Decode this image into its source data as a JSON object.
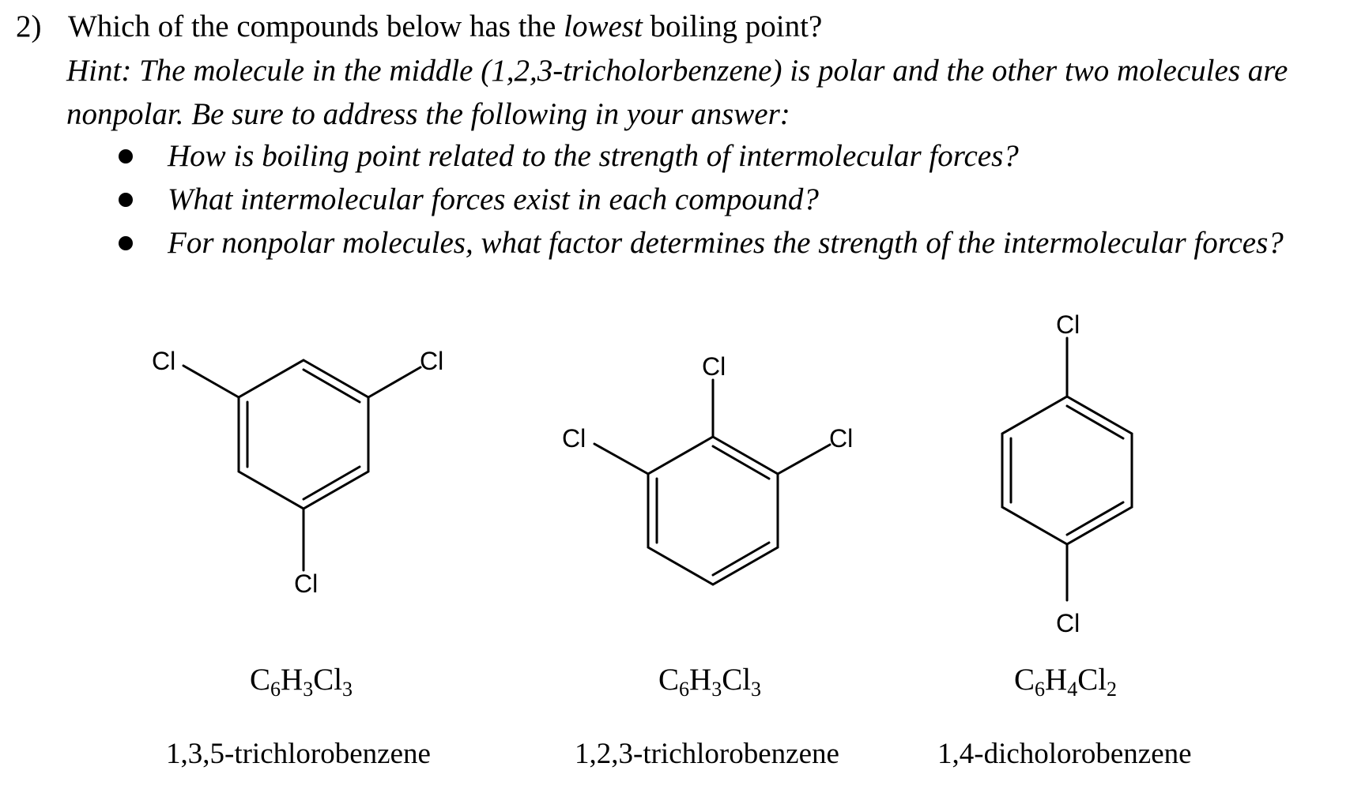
{
  "question": {
    "number": "2)",
    "text_before": "Which of the compounds below has the ",
    "emphasis": "lowest",
    "text_after": " boiling point?",
    "hint": "Hint: The molecule in the middle (1,2,3-tricholorbenzene) is polar and the other two molecules are nonpolar. Be sure to address the following in your answer:",
    "bullets": [
      "How is boiling point related to the strength of intermolecular forces?",
      "What intermolecular forces exist in each compound?",
      "For nonpolar molecules, what factor determines the strength of the intermolecular forces?"
    ]
  },
  "atom_label": "Cl",
  "compounds": [
    {
      "formula": {
        "e1": "C",
        "n1": "6",
        "e2": "H",
        "n2": "3",
        "e3": "Cl",
        "n3": "3"
      },
      "name": "1,3,5-trichlorobenzene"
    },
    {
      "formula": {
        "e1": "C",
        "n1": "6",
        "e2": "H",
        "n2": "3",
        "e3": "Cl",
        "n3": "3"
      },
      "name": "1,2,3-trichlorobenzene"
    },
    {
      "formula": {
        "e1": "C",
        "n1": "6",
        "e2": "H",
        "n2": "4",
        "e3": "Cl",
        "n3": "2"
      },
      "name": "1,4-dicholorobenzene"
    }
  ]
}
